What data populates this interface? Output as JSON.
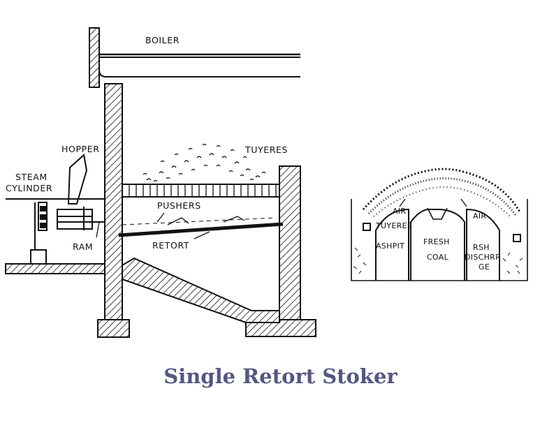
{
  "left_labels": {
    "boiler": "BOILER",
    "hopper": "HOPPER",
    "tuyeres": "TUYERES",
    "steam": "STEAM",
    "cylinder": "CYLINDER",
    "pushers": "PUSHERS",
    "ram": "RAM",
    "retort": "RETORT"
  },
  "right_labels": {
    "air_left": "AIR",
    "air_right": "AIR",
    "tuyeres": "TUYERES",
    "ashpit": "ASHPIT",
    "fresh": "FRESH",
    "coal": "COAL",
    "ash": "RSH",
    "discharge": "DISCHRR",
    "discharge_end": "GE"
  },
  "caption": "Single Retort Stoker"
}
